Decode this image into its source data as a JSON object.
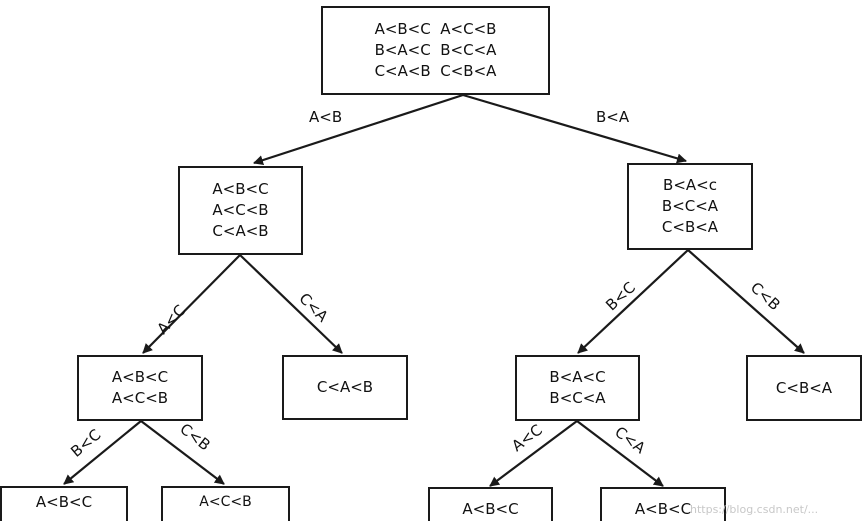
{
  "nodes": {
    "root": {
      "lines": [
        "A<B<C  A<C<B",
        "B<A<C  B<C<A",
        "C<A<B  C<B<A"
      ]
    },
    "left": {
      "lines": [
        "A<B<C",
        "A<C<B",
        "C<A<B"
      ]
    },
    "right": {
      "lines": [
        "B<A<c",
        "B<C<A",
        "C<B<A"
      ]
    },
    "ll": {
      "lines": [
        "A<B<C",
        "A<C<B"
      ]
    },
    "lr": {
      "lines": [
        "C<A<B"
      ]
    },
    "rl": {
      "lines": [
        "B<A<C",
        "B<C<A"
      ]
    },
    "rr": {
      "lines": [
        "C<B<A"
      ]
    },
    "lll": {
      "lines": [
        "A<B<C"
      ]
    },
    "llr": {
      "lines": [
        "A<C<B"
      ]
    },
    "rll": {
      "lines": [
        "A<B<C"
      ]
    },
    "rlr": {
      "lines": [
        "A<B<C"
      ]
    }
  },
  "edges": {
    "root_left": "A<B",
    "root_right": "B<A",
    "left_ll": "A<C",
    "left_lr": "C<A",
    "right_rl": "B<C",
    "right_rr": "C<B",
    "ll_lll": "B<C",
    "ll_llr": "C<B",
    "rl_rll": "A<C",
    "rl_rlr": "C<A"
  },
  "watermark": "https://blog.csdn.net/..."
}
